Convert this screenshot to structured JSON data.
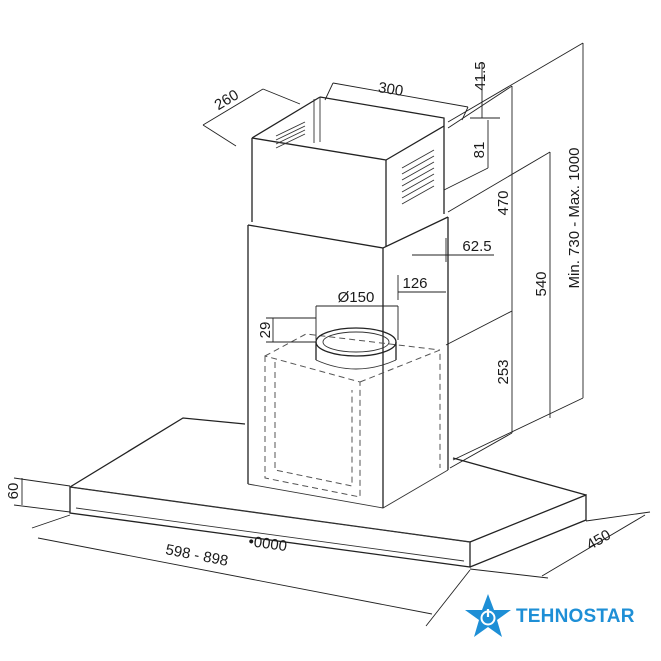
{
  "dimensions": {
    "width_top": "300",
    "depth_top": "260",
    "offset_top": "41.5",
    "vent_height": "81",
    "upper_height": "470",
    "total_height": "540",
    "range_height": "Min. 730 - Max. 1000",
    "inner_offset": "62.5",
    "duct_offset": "126",
    "duct_diameter": "Ø150",
    "collar_height": "29",
    "lower_height": "253",
    "canopy_height": "60",
    "width_range": "598 - 898",
    "depth_bottom": "450"
  },
  "control_panel": {
    "label": "•0000"
  },
  "logo": {
    "text_part1": "TEHNO",
    "text_part2": "STAR",
    "brand_color": "#1e8fd6"
  }
}
